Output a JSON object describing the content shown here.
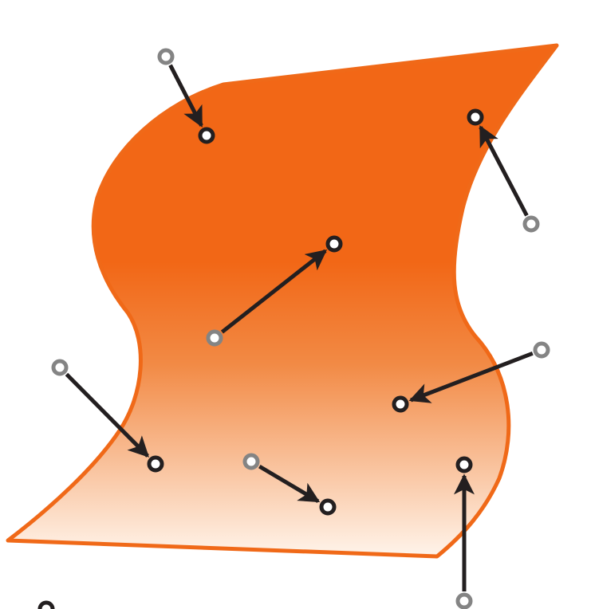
{
  "colors": {
    "background": "#ffffff",
    "surface_top": "#f26716",
    "surface_mid": "#f1701e",
    "surface_bottom": "#fff5ec",
    "surface_outline": "#f06918",
    "source_marker": "#848484",
    "target_marker": "#231f20",
    "arrow": "#231f20"
  },
  "diagram": {
    "shape": "warped-sheet",
    "displacement_count": 9,
    "source_marker_icon": "hollow-ring-grey",
    "target_marker_icon": "hollow-ring-black"
  }
}
